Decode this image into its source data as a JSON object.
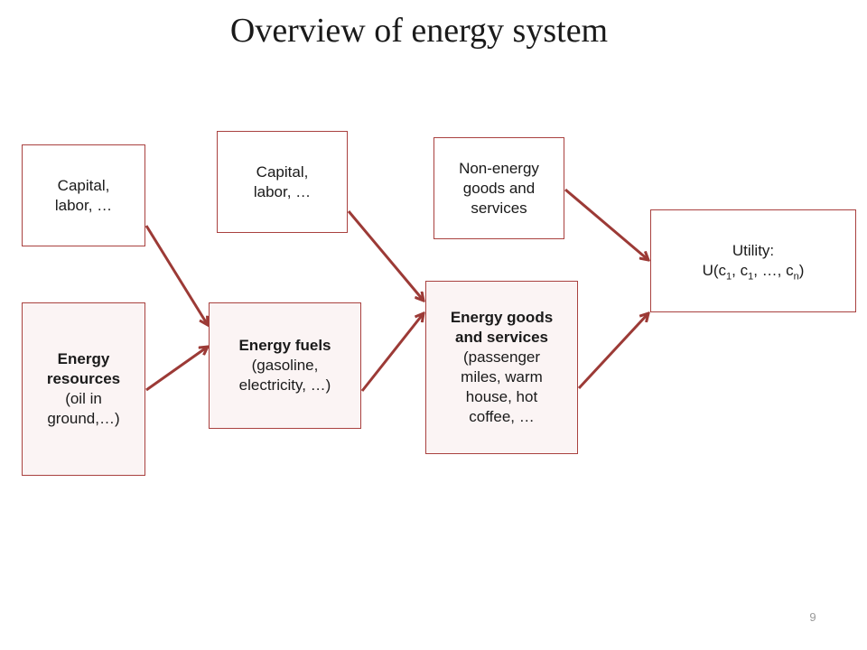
{
  "title": "Overview of energy system",
  "boxes": {
    "capital_labor_1": {
      "line1": "Capital,",
      "line2": "labor, …"
    },
    "energy_resources": {
      "bold1": "Energy",
      "bold2": "resources",
      "line3": "(oil in",
      "line4": "ground,…)"
    },
    "capital_labor_2": {
      "line1": "Capital,",
      "line2": "labor, …"
    },
    "energy_fuels": {
      "bold1": "Energy fuels",
      "line2": "(gasoline,",
      "line3": "electricity, …)"
    },
    "non_energy": {
      "line1": "Non-energy",
      "line2": "goods and",
      "line3": "services"
    },
    "energy_goods": {
      "bold1": "Energy goods",
      "bold2": "and services",
      "line3": "(passenger",
      "line4": "miles, warm",
      "line5": "house, hot",
      "line6": "coffee, …"
    },
    "utility": {
      "line1": "Utility:",
      "u_open": "U(c",
      "sub1": "1",
      "sep1": ", c",
      "sub2": "1",
      "sep2": ", …, c",
      "sub3": "n",
      "close": ")"
    }
  },
  "arrow_color": "#9c3a36",
  "page_number": "9"
}
